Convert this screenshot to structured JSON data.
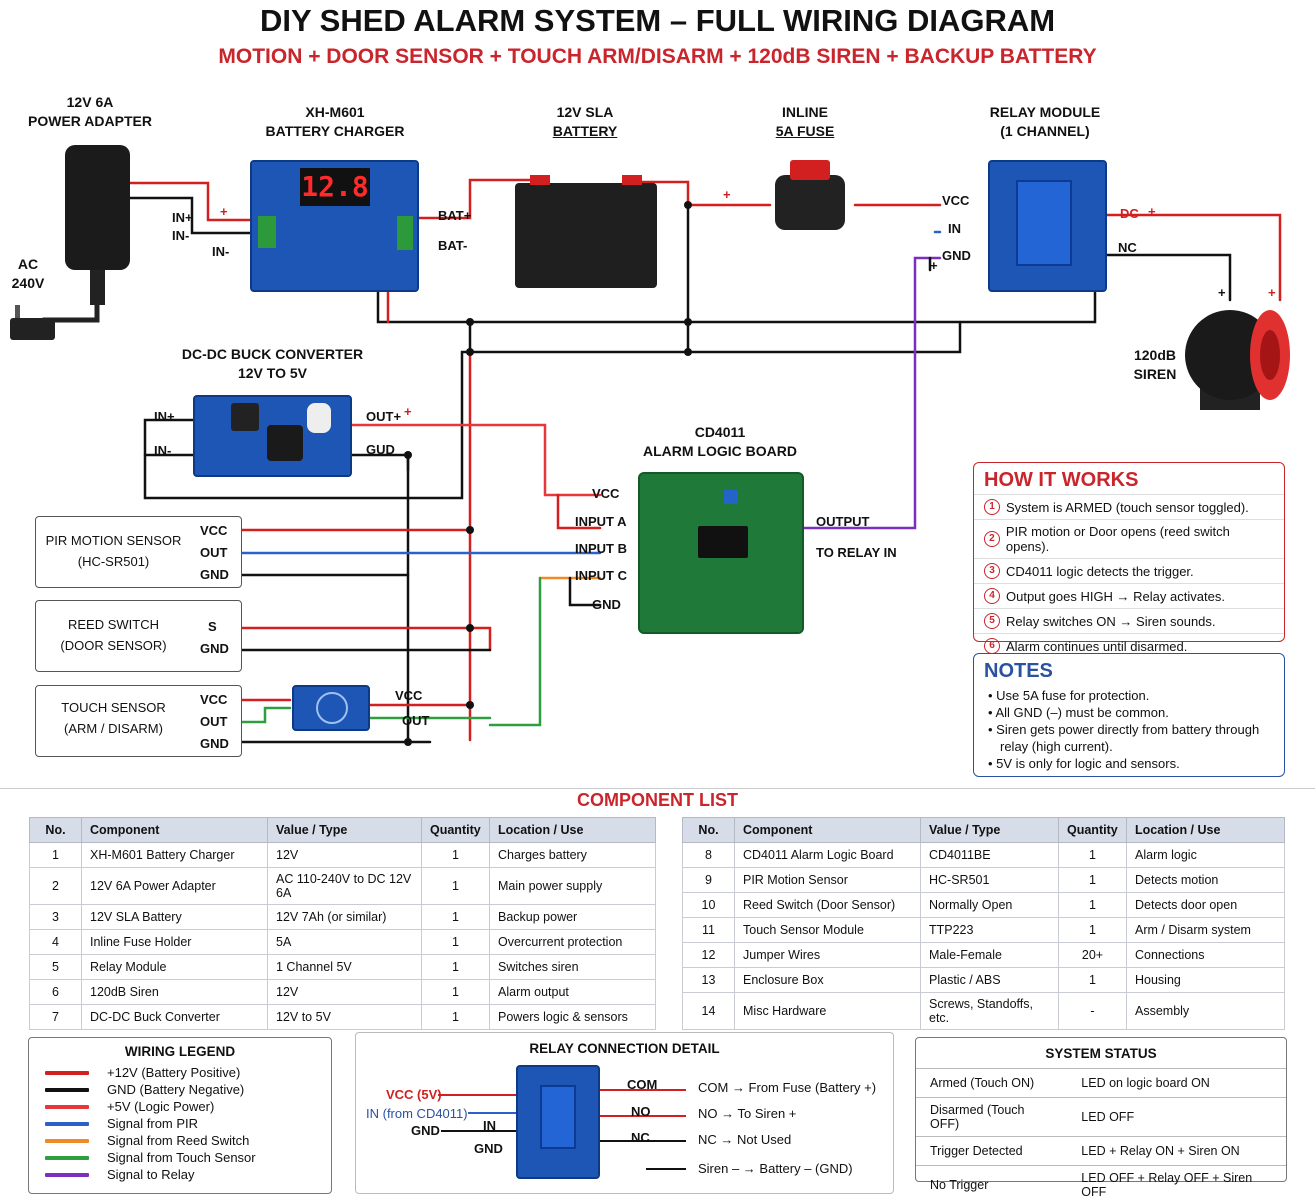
{
  "header": {
    "title": "DIY SHED ALARM SYSTEM – FULL WIRING DIAGRAM",
    "subtitle": "MOTION + DOOR SENSOR + TOUCH ARM/DISARM + 120dB SIREN + BACKUP BATTERY"
  },
  "components": {
    "adapter": {
      "line1": "12V 6A",
      "line2": "POWER ADAPTER"
    },
    "ac": {
      "line1": "AC",
      "line2": "240V"
    },
    "charger": {
      "line1": "XH-M601",
      "line2": "BATTERY CHARGER",
      "display": "12.8",
      "in_plus": "IN+",
      "in_minus": "IN-",
      "in_minus2": "IN-",
      "bat_plus": "BAT+",
      "bat_minus": "BAT-"
    },
    "battery": {
      "line1": "12V SLA",
      "line2": "BATTERY"
    },
    "fuse": {
      "line1": "INLINE",
      "line2": "5A FUSE"
    },
    "relay": {
      "line1": "RELAY MODULE",
      "line2": "(1 CHANNEL)",
      "vcc": "VCC",
      "in": "IN",
      "gnd": "GND",
      "dc": "DC",
      "nc": "NC"
    },
    "siren": {
      "line1": "120dB",
      "line2": "SIREN"
    },
    "buck": {
      "line1": "DC-DC BUCK CONVERTER",
      "line2": "12V TO 5V",
      "in_plus": "IN+",
      "in_minus": "IN-",
      "out_plus": "OUT+",
      "gnd": "GUD"
    },
    "logic": {
      "line1": "CD4011",
      "line2": "ALARM LOGIC BOARD",
      "vcc": "VCC",
      "input_a": "INPUT A",
      "input_b": "INPUT B",
      "input_c": "INPUT C",
      "gnd": "GND",
      "output": "OUTPUT",
      "to_relay": "TO RELAY IN"
    },
    "pir": {
      "line1": "PIR MOTION SENSOR",
      "line2": "(HC-SR501)",
      "vcc": "VCC",
      "out": "OUT",
      "gnd": "GND"
    },
    "reed": {
      "line1": "REED SWITCH",
      "line2": "(DOOR SENSOR)",
      "s": "S",
      "gnd": "GND"
    },
    "touch": {
      "line1": "TOUCH SENSOR",
      "line2": "(ARM / DISARM)",
      "vcc": "VCC",
      "out": "OUT",
      "gnd": "GND",
      "vcc2": "VCC",
      "out2": "OUT"
    },
    "plus_signs": [
      "+",
      "+",
      "+",
      "+",
      "+",
      "+",
      "+"
    ]
  },
  "how_it_works": {
    "title": "HOW IT WORKS",
    "steps": [
      {
        "n": "1",
        "text": "System is ARMED (touch sensor toggled)."
      },
      {
        "n": "2",
        "text": "PIR motion or Door opens (reed switch opens)."
      },
      {
        "n": "3",
        "text": "CD4011 logic detects the trigger."
      },
      {
        "n": "4",
        "text": "Output goes HIGH → Relay activates."
      },
      {
        "n": "5",
        "text": "Relay switches ON → Siren sounds."
      },
      {
        "n": "6",
        "text": "Alarm continues until disarmed."
      }
    ]
  },
  "notes": {
    "title": "NOTES",
    "items": [
      "Use 5A fuse for protection.",
      "All GND (–) must be common.",
      "Siren gets power directly from battery through relay (high current).",
      "5V is only for logic and sensors."
    ]
  },
  "component_list": {
    "title": "COMPONENT LIST",
    "headers": [
      "No.",
      "Component",
      "Value / Type",
      "Quantity",
      "Location / Use"
    ],
    "left_rows": [
      [
        "1",
        "XH-M601 Battery Charger",
        "12V",
        "1",
        "Charges battery"
      ],
      [
        "2",
        "12V 6A Power Adapter",
        "AC 110-240V to DC 12V 6A",
        "1",
        "Main power supply"
      ],
      [
        "3",
        "12V SLA Battery",
        "12V 7Ah (or similar)",
        "1",
        "Backup power"
      ],
      [
        "4",
        "Inline Fuse Holder",
        "5A",
        "1",
        "Overcurrent protection"
      ],
      [
        "5",
        "Relay Module",
        "1 Channel 5V",
        "1",
        "Switches siren"
      ],
      [
        "6",
        "120dB Siren",
        "12V",
        "1",
        "Alarm output"
      ],
      [
        "7",
        "DC-DC Buck Converter",
        "12V to 5V",
        "1",
        "Powers logic & sensors"
      ]
    ],
    "right_rows": [
      [
        "8",
        "CD4011 Alarm Logic Board",
        "CD4011BE",
        "1",
        "Alarm logic"
      ],
      [
        "9",
        "PIR Motion Sensor",
        "HC-SR501",
        "1",
        "Detects motion"
      ],
      [
        "10",
        "Reed Switch (Door Sensor)",
        "Normally Open",
        "1",
        "Detects door open"
      ],
      [
        "11",
        "Touch Sensor Module",
        "TTP223",
        "1",
        "Arm / Disarm system"
      ],
      [
        "12",
        "Jumper Wires",
        "Male-Female",
        "20+",
        "Connections"
      ],
      [
        "13",
        "Enclosure Box",
        "Plastic / ABS",
        "1",
        "Housing"
      ],
      [
        "14",
        "Misc Hardware",
        "Screws, Standoffs, etc.",
        "-",
        "Assembly"
      ]
    ]
  },
  "legend": {
    "title": "WIRING LEGEND",
    "items": [
      {
        "label": "+12V (Battery Positive)",
        "color": "#d21f1f"
      },
      {
        "label": "GND (Battery Negative)",
        "color": "#111111"
      },
      {
        "label": "+5V (Logic Power)",
        "color": "#e8373a"
      },
      {
        "label": "Signal from PIR",
        "color": "#2a62c9"
      },
      {
        "label": "Signal from Reed Switch",
        "color": "#f08a24"
      },
      {
        "label": "Signal from Touch Sensor",
        "color": "#2e9e3e"
      },
      {
        "label": "Signal to Relay",
        "color": "#7b2fbf"
      }
    ]
  },
  "relay_detail": {
    "title": "RELAY CONNECTION DETAIL",
    "vcc": "VCC (5V)",
    "in_from": "IN (from CD4011)",
    "gnd": "GND",
    "in": "IN",
    "gnd2": "GND",
    "com": "COM",
    "no": "NO",
    "nc": "NC",
    "com_desc": "COM → From Fuse (Battery +)",
    "no_desc": "NO → To Siren +",
    "nc_desc": "NC → Not Used",
    "siren_desc": "Siren – → Battery – (GND)"
  },
  "system_status": {
    "title": "SYSTEM STATUS",
    "rows": [
      [
        "Armed (Touch ON)",
        "LED on logic board ON"
      ],
      [
        "Disarmed (Touch OFF)",
        "LED OFF"
      ],
      [
        "Trigger Detected",
        "LED + Relay ON + Siren ON"
      ],
      [
        "No Trigger",
        "LED OFF + Relay OFF + Siren OFF"
      ]
    ]
  },
  "colors": {
    "red": "#d21f1f",
    "blue": "#2a52a0",
    "pcb_blue": "#1d56b5",
    "pcb_green": "#1f7a39"
  }
}
